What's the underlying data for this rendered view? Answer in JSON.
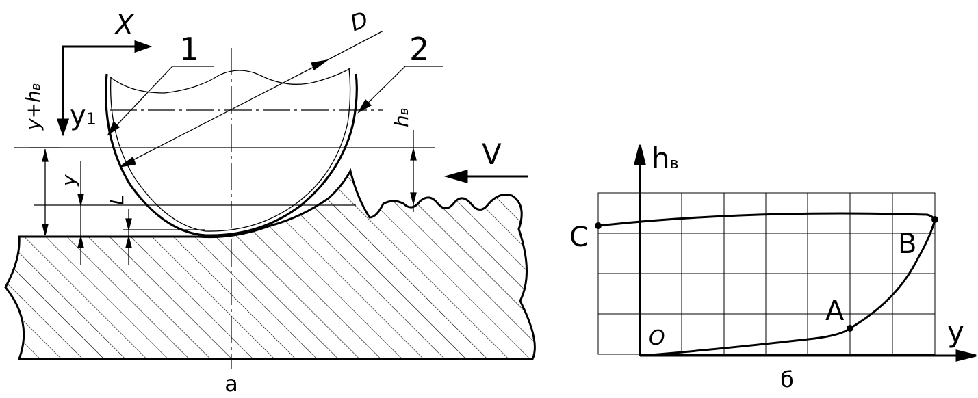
{
  "figure_a": {
    "caption": "а",
    "axis_x": "X",
    "axis_y": "y",
    "axis_y_sub": "1",
    "label_diameter": "D",
    "label_part_1": "1",
    "label_part_2": "2",
    "label_velocity": "V",
    "dim_y_plus": "y+",
    "dim_h": "h",
    "dim_h_sub": "в",
    "dim_y": "y",
    "dim_l": "L",
    "dim_hv": "h",
    "dim_hv_sub": "в"
  },
  "figure_b": {
    "caption": "б",
    "axis_y": "y",
    "axis_h": "h",
    "axis_h_sub": "в",
    "origin": "O",
    "point_a": "A",
    "point_b": "B",
    "point_c": "C"
  }
}
